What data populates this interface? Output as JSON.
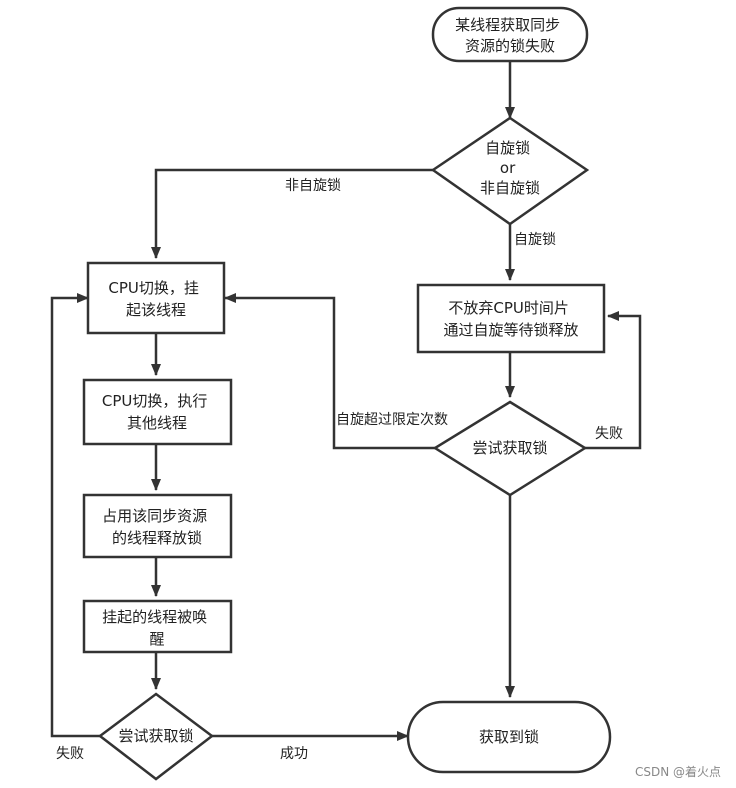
{
  "diagram": {
    "nodes": {
      "start": [
        "某线程获取同步",
        "资源的锁失败"
      ],
      "decision_spin": [
        "自旋锁",
        "or",
        "非自旋锁"
      ],
      "cpu_switch_suspend": [
        "CPU切换，挂",
        "起该线程"
      ],
      "cpu_switch_exec": [
        "CPU切换，执行",
        "其他线程"
      ],
      "holder_release": [
        "占用该同步资源",
        "的线程释放锁"
      ],
      "wake_up": [
        "挂起的线程被唤",
        "醒"
      ],
      "try_lock_left": [
        "尝试获取锁"
      ],
      "spin_wait": [
        "不放弃CPU时间片",
        "通过自旋等待锁释放"
      ],
      "try_lock_right": [
        "尝试获取锁"
      ],
      "acquired": [
        "获取到锁"
      ]
    },
    "edge_labels": {
      "non_spin": "非自旋锁",
      "spin": "自旋锁",
      "spin_exceeded": "自旋超过限定次数",
      "fail_right": "失败",
      "fail_left": "失败",
      "success": "成功"
    }
  },
  "watermark": "CSDN @着火点",
  "colors": {
    "stroke": "#333333",
    "text": "#222222",
    "background": "#ffffff"
  }
}
